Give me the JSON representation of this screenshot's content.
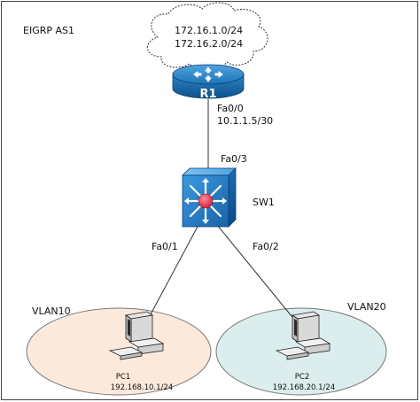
{
  "diagram": {
    "title": "EIGRP AS1",
    "cloud_networks": [
      "172.16.1.0/24",
      "172.16.2.0/24"
    ],
    "router": {
      "name": "R1",
      "interface": "Fa0/0",
      "address": "10.1.1.5/30"
    },
    "switch": {
      "name": "SW1",
      "uplink_interface": "Fa0/3",
      "port_left": "Fa0/1",
      "port_right": "Fa0/2"
    },
    "vlans": [
      {
        "name": "VLAN10",
        "color": "#fbe9dc",
        "pc": {
          "name": "PC1",
          "address": "192.168.10.1/24"
        }
      },
      {
        "name": "VLAN20",
        "color": "#dcedee",
        "pc": {
          "name": "PC2",
          "address": "192.168.20.1/24"
        }
      }
    ],
    "colors": {
      "router": "#1f78b4",
      "switch": "#2a86c8",
      "switch_core": "#e0324a"
    },
    "icons": {
      "cloud": "cloud-icon",
      "router": "router-icon",
      "switch": "layer3-switch-icon",
      "pc": "pc-icon"
    }
  }
}
